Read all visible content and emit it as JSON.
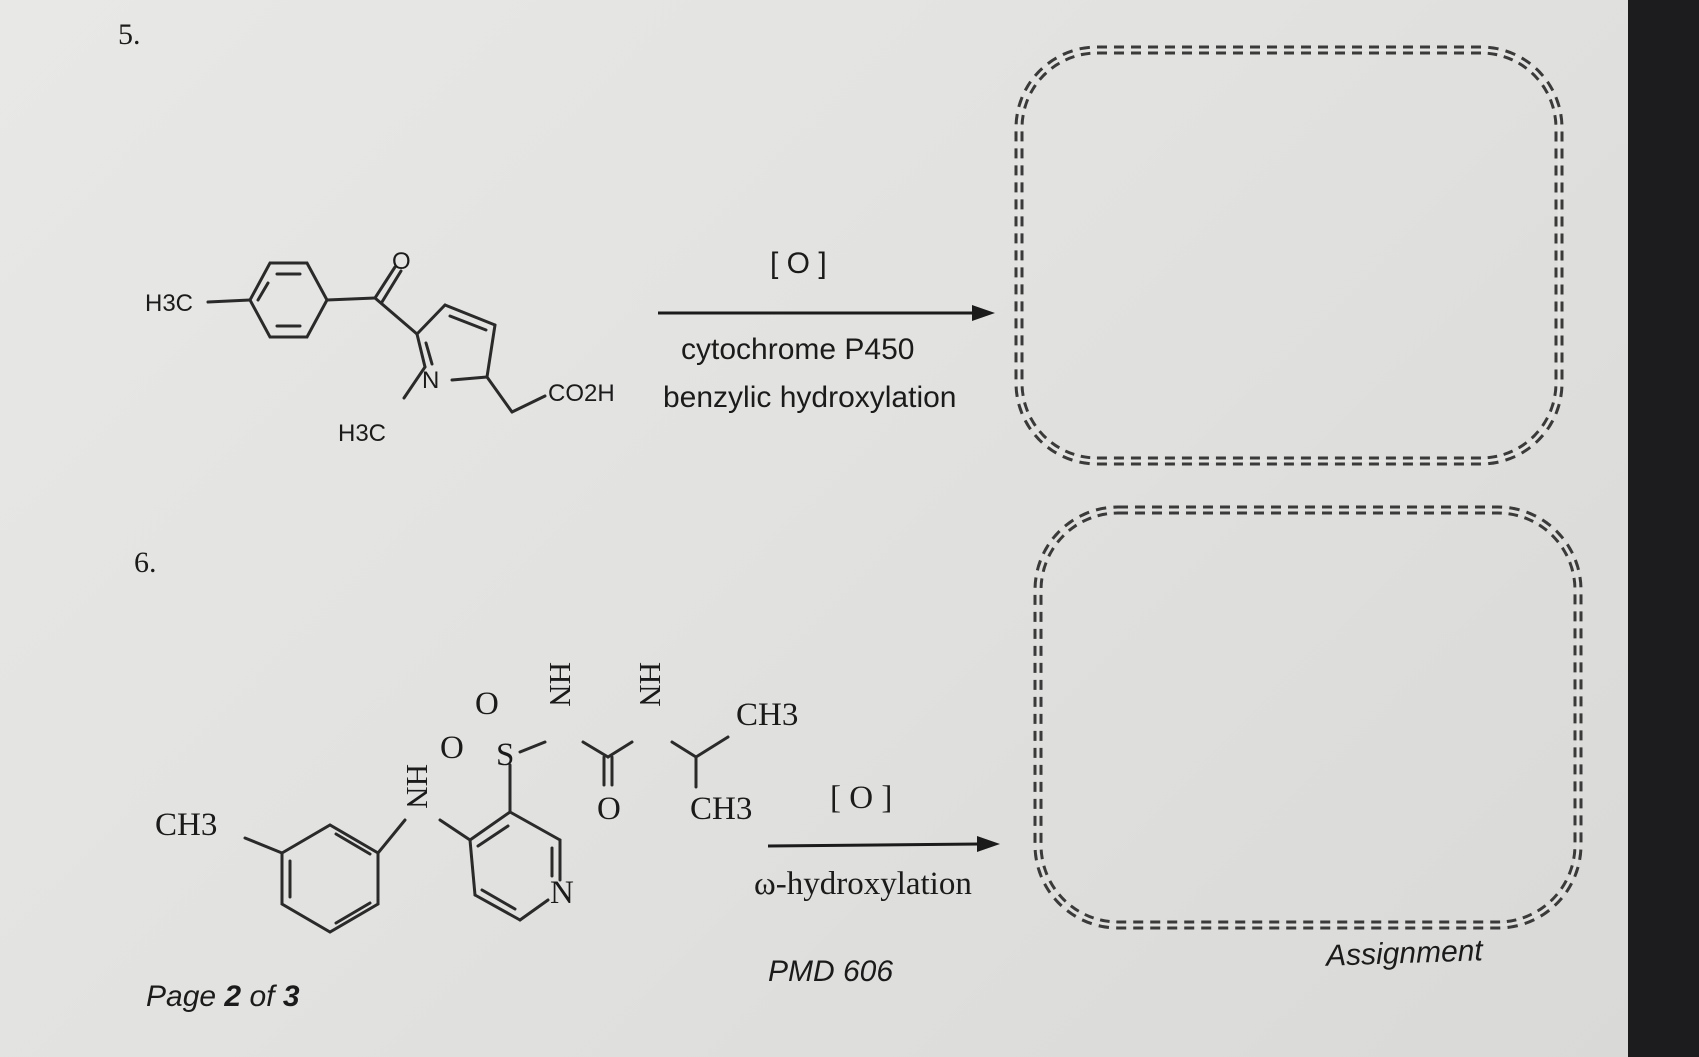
{
  "question_5": {
    "number": "5.",
    "reagent_top": "[ O ]",
    "reagent_line1": "cytochrome P450",
    "reagent_line2": "benzylic hydroxylation",
    "labels": {
      "h3c_left": "H3C",
      "h3c_n": "H3C",
      "n": "N",
      "o": "O",
      "co2h": "CO2H"
    }
  },
  "question_6": {
    "number": "6.",
    "reagent_top": "[ O ]",
    "reagent_bottom": "ω-hydroxylation",
    "labels": {
      "ch3_ring": "CH3",
      "hn": "HN",
      "o_top": "O",
      "o_left": "O",
      "s": "S",
      "nh1": "HN",
      "nh2": "HN",
      "o_carbonyl": "O",
      "ch3_top": "CH3",
      "ch3_bottom": "CH3",
      "n_pyridine": "N"
    }
  },
  "footer": {
    "page_prefix": "Page",
    "page_current": "2",
    "page_of": "of",
    "page_total": "3",
    "course": "PMD 606",
    "assignment": "Assignment"
  }
}
